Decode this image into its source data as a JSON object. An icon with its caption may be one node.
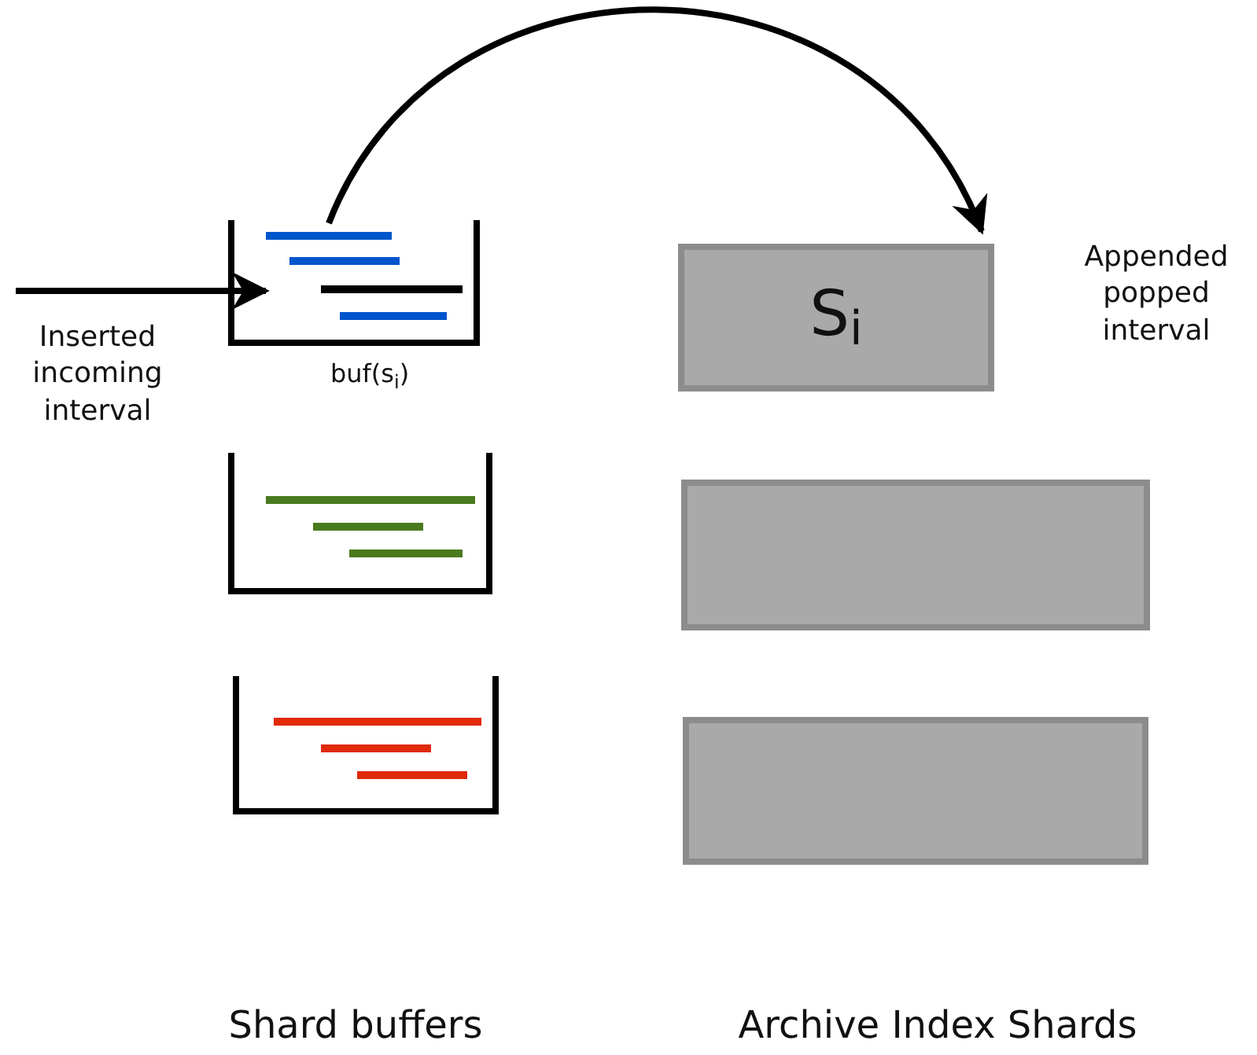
{
  "diagram": {
    "nodes": [
      {
        "text": [],
        "shape": "container",
        "beside": [
          "buf(s$_{i}$)"
        ]
      },
      {
        "text": [
          "S$_{i}$"
        ]
      },
      {
        "text": [],
        "shape": "container"
      },
      {
        "text": [],
        "shape": "box"
      },
      {
        "text": [],
        "shape": "container"
      },
      {
        "text": [],
        "shape": "box"
      }
    ],
    "edges": [
      {
        "from": null,
        "to": 0,
        "arrow": "to"
      },
      {
        "from": 0,
        "to": 1,
        "arrow": "to"
      }
    ],
    "labels": [
      "Inserted incoming interval",
      "Appended popped interval",
      "Shard buffers",
      "Archive Index Shards"
    ]
  }
}
